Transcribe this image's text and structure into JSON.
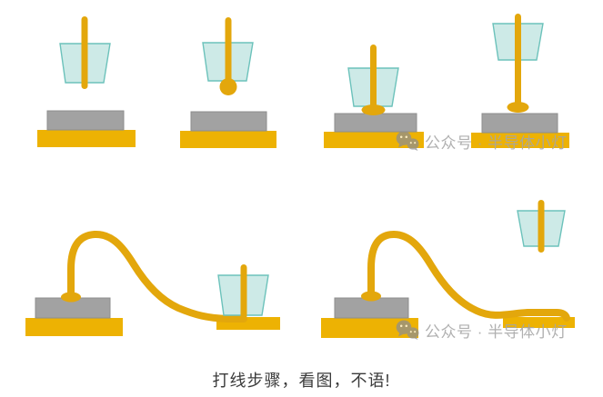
{
  "caption": {
    "text": "打线步骤，看图，不语!"
  },
  "watermark": {
    "text": "公众号 · 半导体小灯",
    "icon": "wechat-icon"
  },
  "icons": {
    "watermark_icon": "wechat-icon"
  },
  "diagram": {
    "subject": "wire-bonding-steps",
    "step_count": 6,
    "steps": [
      "wire-in-capillary-above-die",
      "free-air-ball-formed",
      "ball-pressed-onto-die",
      "capillary-lifted-wire-attached",
      "loop-formed-stitch-bond-on-lead",
      "capillary-released-with-wire-tail"
    ]
  },
  "colors": {
    "background": "#ffffff",
    "wire_gold": "#E3A70C",
    "substrate_gold": "#EDB203",
    "die_gray": "#A2A2A2",
    "die_border": "#8D8D8D",
    "capillary_fill": "#C9E8E5",
    "capillary_border": "#6CC2BB",
    "watermark_gray": "#A6A6A6",
    "wechat_icon_gray": "#8F8F8F",
    "caption_color": "#3B3B3B"
  }
}
